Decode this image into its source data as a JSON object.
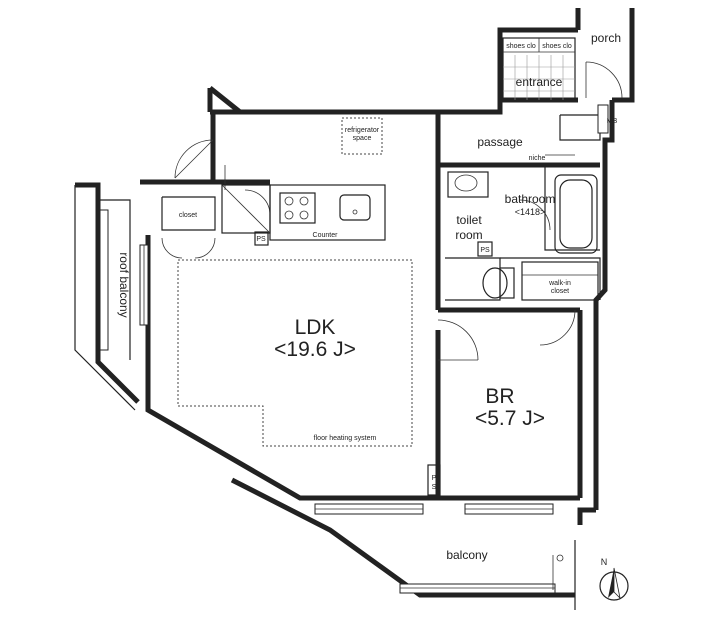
{
  "rooms": {
    "ldk": {
      "name": "LDK",
      "size": "<19.6 J>"
    },
    "br": {
      "name": "BR",
      "size": "<5.7 J>"
    },
    "bathroom": {
      "name": "bathroom",
      "size": "<1418>"
    },
    "toilet": {
      "line1": "toilet",
      "line2": "room"
    },
    "passage": "passage",
    "entrance": "entrance",
    "porch": "porch",
    "balcony": "balcony",
    "roof_balcony": "roof balcony",
    "closet": "closet",
    "walk_in_closet": {
      "line1": "walk-in",
      "line2": "closet"
    }
  },
  "fixtures": {
    "shoes_closet_1": "shoes clo",
    "shoes_closet_2": "shoes clo",
    "mb": "MB",
    "niche": "niche",
    "refrigerator": {
      "line1": "refrigerator",
      "line2": "space"
    },
    "counter": "Counter",
    "ps_kitchen": "PS",
    "ps_toilet": "PS",
    "ps_br": {
      "line1": "P",
      "line2": "S"
    },
    "floor_heating": "floor heating system"
  },
  "compass": {
    "north": "N"
  }
}
